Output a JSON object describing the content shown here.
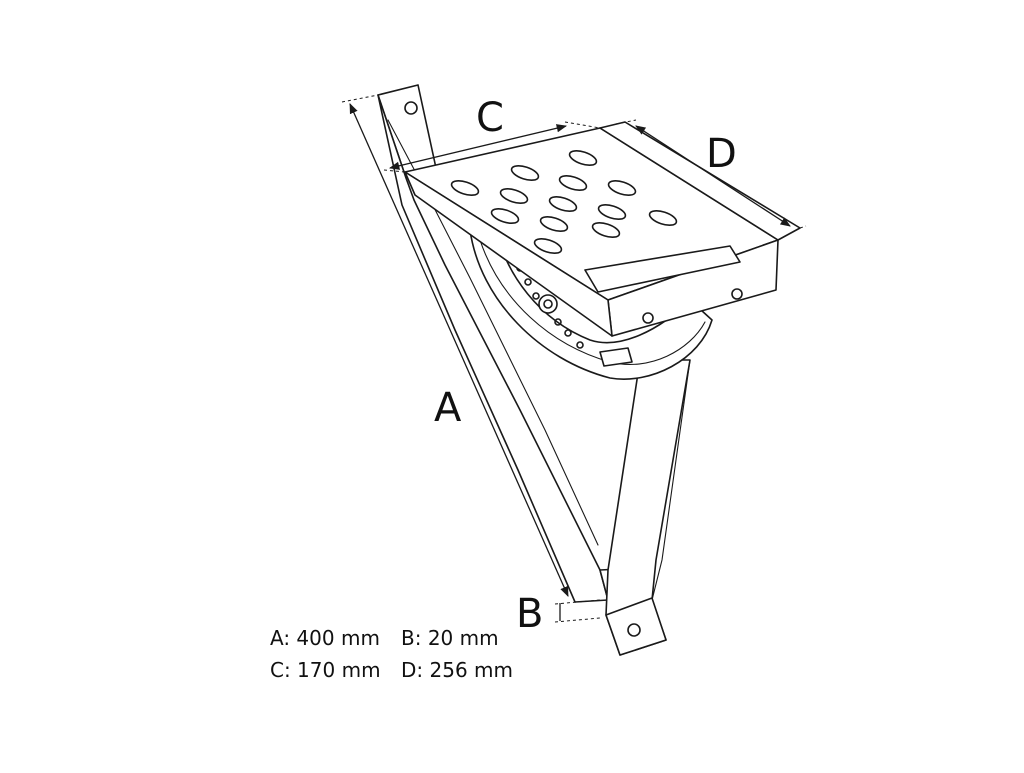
{
  "labels": {
    "a": "A",
    "b": "B",
    "c": "C",
    "d": "D"
  },
  "specs": {
    "a": "A: 400 mm",
    "b": "B: 20 mm",
    "c": "C: 170 mm",
    "d": "D: 256 mm"
  },
  "colors": {
    "line": "#1a1a1a",
    "background": "#ffffff"
  }
}
